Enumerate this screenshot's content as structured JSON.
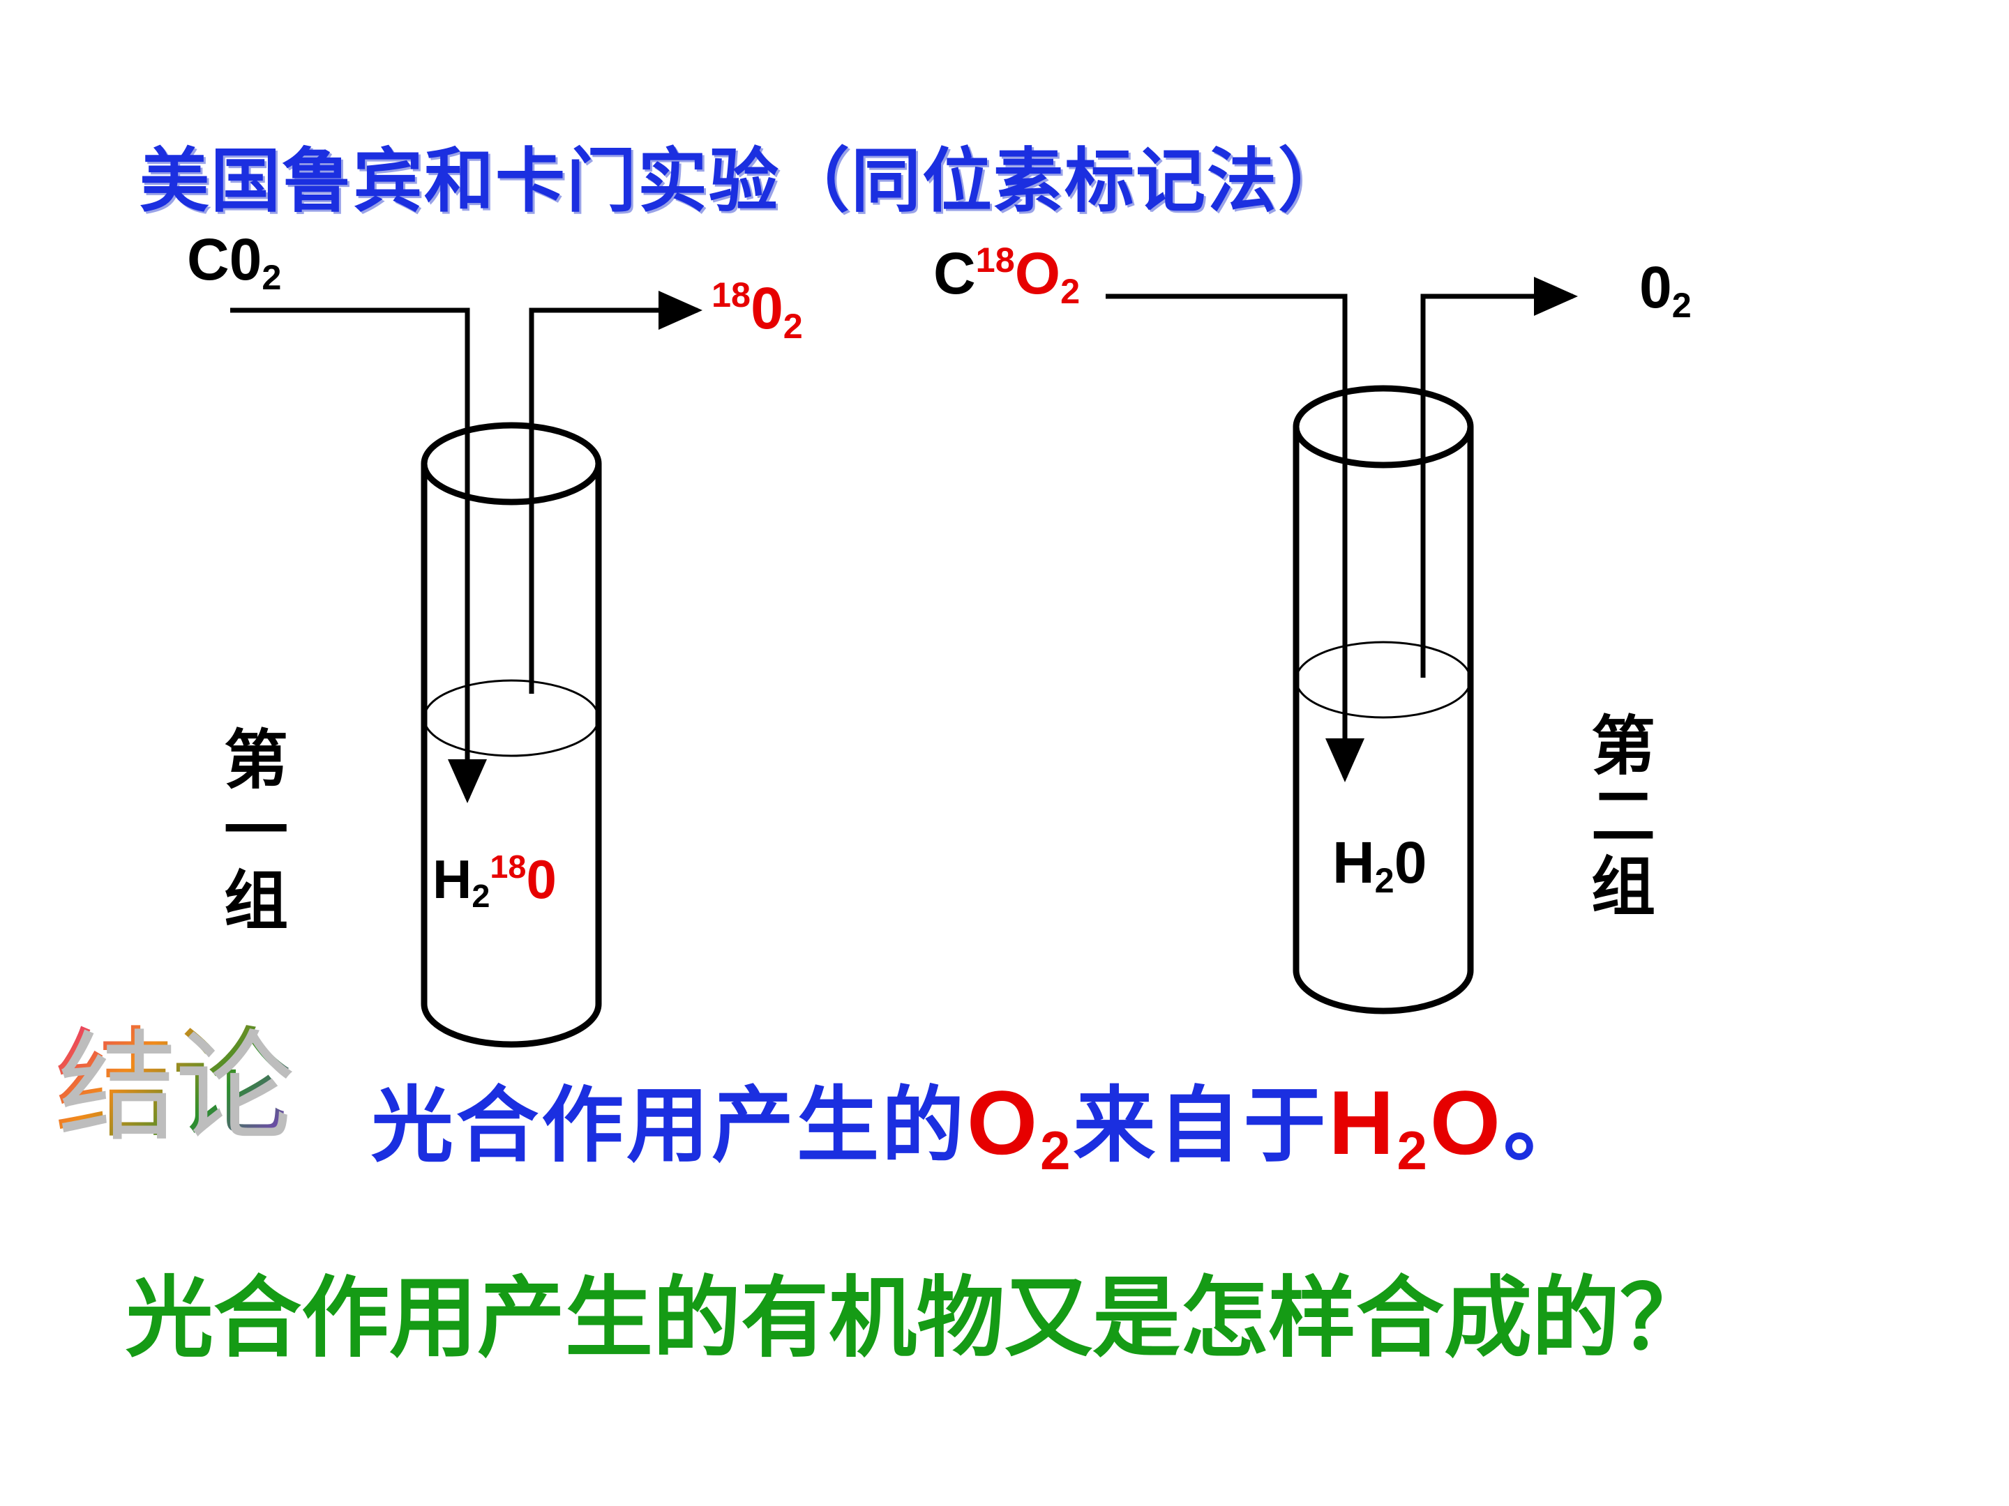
{
  "title": "美国鲁宾和卡门实验（同位素标记法）",
  "group1": {
    "label": "第一组",
    "inlet_gas": {
      "main": "C0",
      "sub": "2"
    },
    "outlet_gas": {
      "sup": "18",
      "main": "0",
      "sub": "2"
    },
    "water": {
      "main": "H",
      "sub": "2",
      "sup": "18",
      "tail": "0"
    }
  },
  "group2": {
    "label": "第二组",
    "inlet_gas": {
      "main": "C",
      "sup": "18",
      "tail": "O",
      "sub": "2"
    },
    "outlet_gas": {
      "main": "0",
      "sub": "2"
    },
    "water": {
      "main": "H",
      "sub": "2",
      "tail": "0"
    }
  },
  "conclusion": {
    "heading_chars": [
      "结",
      "论"
    ],
    "heading_colors": [
      "#e8287a",
      "#f08a1a",
      "#2a8f2a",
      "#8a2be2"
    ],
    "text_before": "光合作用产生的",
    "o2": {
      "main": "O",
      "sub": "2"
    },
    "text_middle": "来自于",
    "h2o": {
      "main": "H",
      "sub": "2",
      "tail": "O"
    },
    "text_end": "。"
  },
  "question": "光合作用产生的有机物又是怎样合成的？",
  "colors": {
    "title": "#1b2fe0",
    "label_red": "#e60000",
    "question": "#159b15"
  }
}
